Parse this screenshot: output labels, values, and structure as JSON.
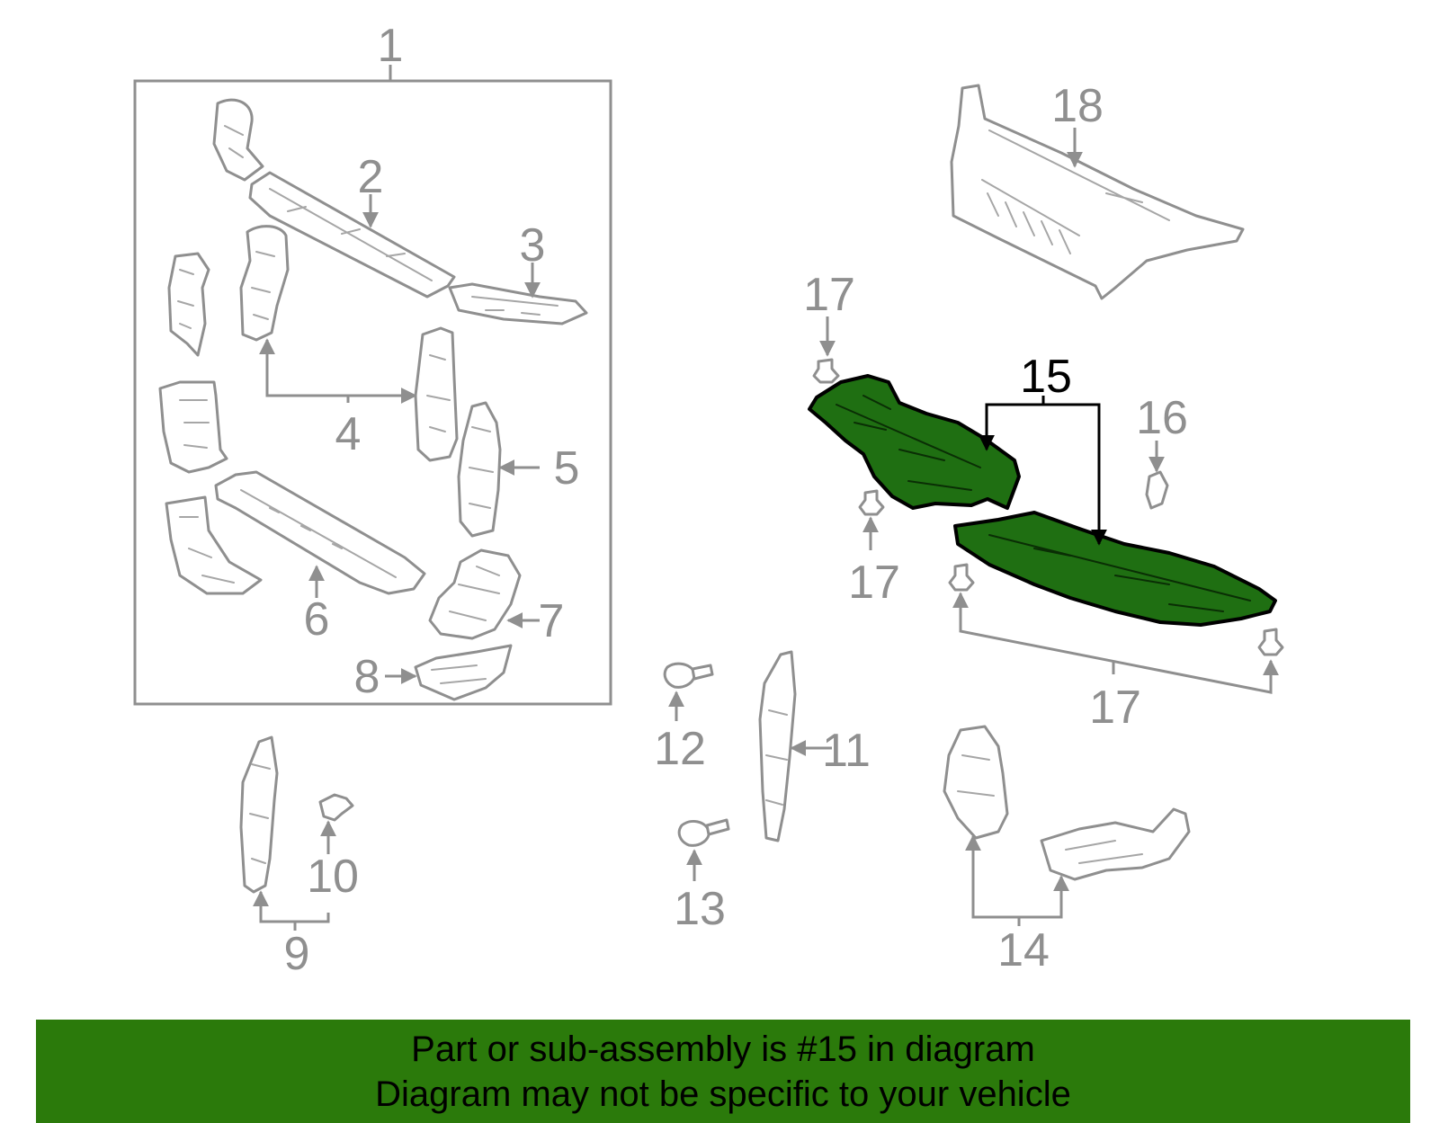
{
  "colors": {
    "line_gray": "#8f8f8f",
    "highlight_fill": "#1f6f12",
    "highlight_callout": "#000000",
    "banner_background": "#2b7a0b",
    "banner_text": "#000000",
    "background": "#ffffff"
  },
  "callouts": {
    "c1": "1",
    "c2": "2",
    "c3": "3",
    "c4": "4",
    "c5": "5",
    "c6": "6",
    "c7": "7",
    "c8": "8",
    "c9": "9",
    "c10": "10",
    "c11": "11",
    "c12": "12",
    "c13": "13",
    "c14": "14",
    "c15": "15",
    "c16": "16",
    "c17a": "17",
    "c17b": "17",
    "c17c": "17",
    "c18": "18"
  },
  "highlighted_part": "15",
  "banner": {
    "line1": "Part or sub-assembly is #15 in diagram",
    "line2": "Diagram may not be specific to your vehicle"
  }
}
